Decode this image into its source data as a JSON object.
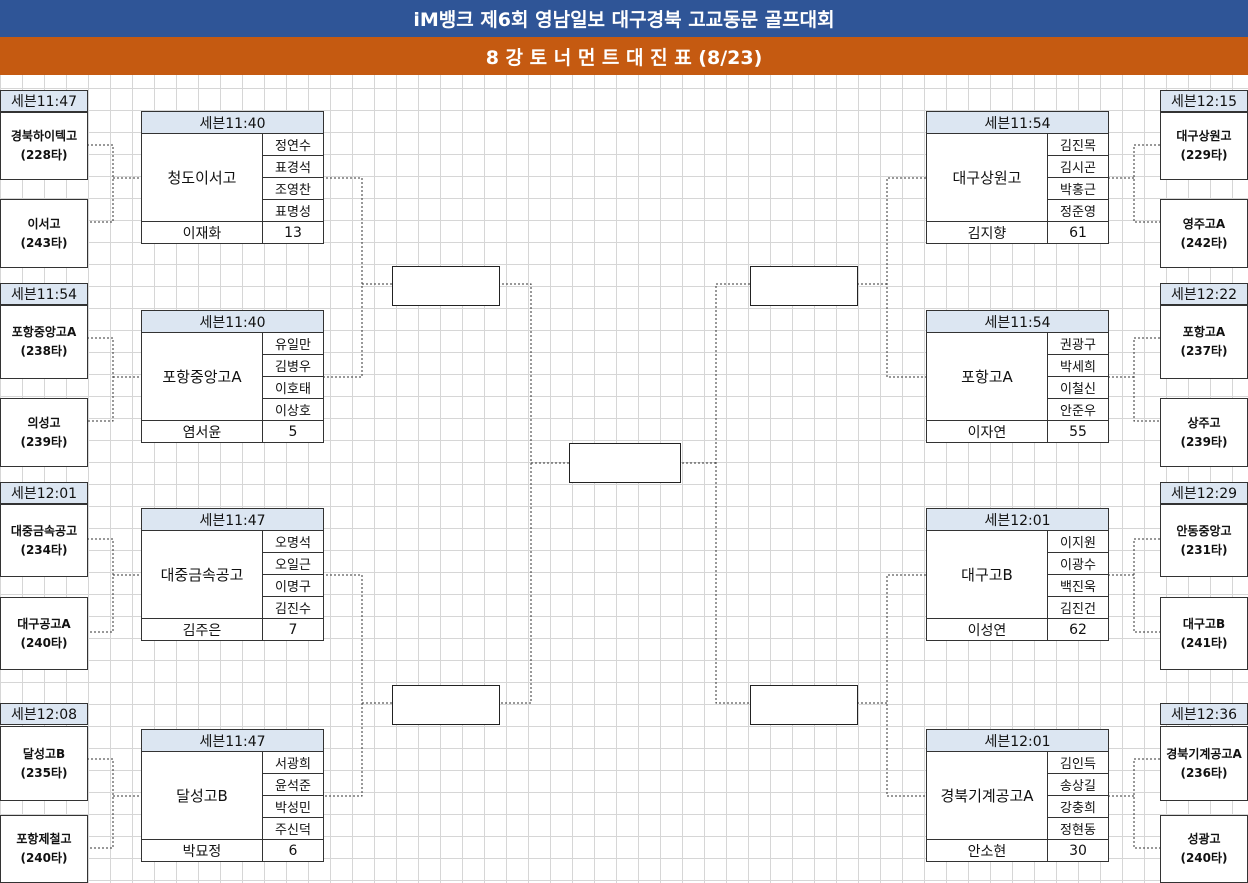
{
  "title": "iM뱅크 제6회 영남일보 대구경북 고교동문 골프대회",
  "subtitle": "8 강 토 너 먼 트 대 진 표  (8/23)",
  "left_pairs": [
    {
      "time": "세븐11:47",
      "team1": {
        "name": "경북하이텍고",
        "score": "(228타)"
      },
      "team2": {
        "name": "이서고",
        "score": "(243타)"
      }
    },
    {
      "time": "세븐11:54",
      "team1": {
        "name": "포항중앙고A",
        "score": "(238타)"
      },
      "team2": {
        "name": "의성고",
        "score": "(239타)"
      }
    },
    {
      "time": "세븐12:01",
      "team1": {
        "name": "대중금속공고",
        "score": "(234타)"
      },
      "team2": {
        "name": "대구공고A",
        "score": "(240타)"
      }
    },
    {
      "time": "세븐12:08",
      "team1": {
        "name": "달성고B",
        "score": "(235타)"
      },
      "team2": {
        "name": "포항제철고",
        "score": "(240타)"
      }
    }
  ],
  "right_pairs": [
    {
      "time": "세븐12:15",
      "team1": {
        "name": "대구상원고",
        "score": "(229타)"
      },
      "team2": {
        "name": "영주고A",
        "score": "(242타)"
      }
    },
    {
      "time": "세븐12:22",
      "team1": {
        "name": "포항고A",
        "score": "(237타)"
      },
      "team2": {
        "name": "상주고",
        "score": "(239타)"
      }
    },
    {
      "time": "세븐12:29",
      "team1": {
        "name": "안동중앙고",
        "score": "(231타)"
      },
      "team2": {
        "name": "대구고B",
        "score": "(241타)"
      }
    },
    {
      "time": "세븐12:36",
      "team1": {
        "name": "경북기계공고A",
        "score": "(236타)"
      },
      "team2": {
        "name": "성광고",
        "score": "(240타)"
      }
    }
  ],
  "left_matches": [
    {
      "time": "세븐11:40",
      "team": "청도이서고",
      "players": [
        "정연수",
        "표경석",
        "조영찬",
        "표명성"
      ],
      "coach": "이재화",
      "number": "13"
    },
    {
      "time": "세븐11:40",
      "team": "포항중앙고A",
      "players": [
        "유일만",
        "김병우",
        "이호태",
        "이상호"
      ],
      "coach": "염서윤",
      "number": "5"
    },
    {
      "time": "세븐11:47",
      "team": "대중금속공고",
      "players": [
        "오명석",
        "오일근",
        "이명구",
        "김진수"
      ],
      "coach": "김주은",
      "number": "7"
    },
    {
      "time": "세븐11:47",
      "team": "달성고B",
      "players": [
        "서광희",
        "윤석준",
        "박성민",
        "주신덕"
      ],
      "coach": "박묘정",
      "number": "6"
    }
  ],
  "right_matches": [
    {
      "time": "세븐11:54",
      "team": "대구상원고",
      "players": [
        "김진목",
        "김시곤",
        "박홍근",
        "정준영"
      ],
      "coach": "김지향",
      "number": "61"
    },
    {
      "time": "세븐11:54",
      "team": "포항고A",
      "players": [
        "권광구",
        "박세희",
        "이철신",
        "안준우"
      ],
      "coach": "이자연",
      "number": "55"
    },
    {
      "time": "세븐12:01",
      "team": "대구고B",
      "players": [
        "이지원",
        "이광수",
        "백진욱",
        "김진건"
      ],
      "coach": "이성연",
      "number": "62"
    },
    {
      "time": "세븐12:01",
      "team": "경북기계공고A",
      "players": [
        "김인득",
        "송상길",
        "강충희",
        "정현동"
      ],
      "coach": "안소현",
      "number": "30"
    }
  ]
}
